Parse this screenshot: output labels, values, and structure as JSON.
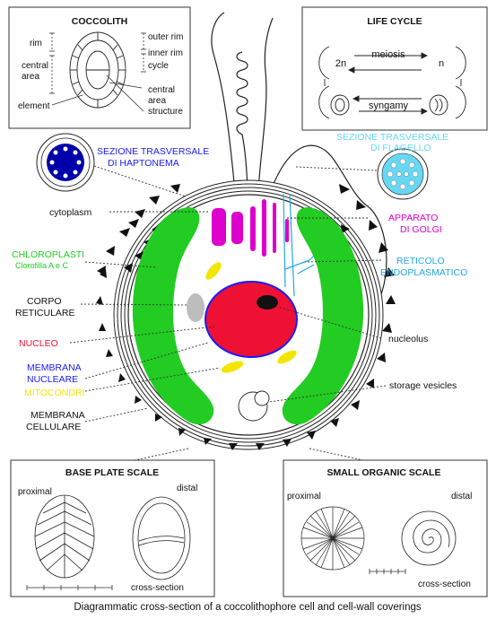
{
  "colors": {
    "green": "#22cc22",
    "magenta": "#dd00cc",
    "red": "#ee1133",
    "yellow": "#f2e600",
    "blue_text": "#1a1aff",
    "cyan": "#22a8e0",
    "light_cyan": "#66d8f4",
    "navy": "#0000aa",
    "gray": "#bdbdbd",
    "outline": "#111111"
  },
  "coccolith": {
    "title": "COCCOLITH",
    "rim": "rim",
    "central_area_1": "central",
    "central_area_2": "area",
    "element": "element",
    "outer_rim": "outer rim",
    "inner_rim": "inner rim",
    "cycle": "cycle",
    "cas_1": "central",
    "cas_2": "area",
    "cas_3": "structure"
  },
  "life_cycle": {
    "title": "LIFE CYCLE",
    "diploid": "2n",
    "haploid": "n",
    "meiosis": "meiosis",
    "syngamy": "syngamy"
  },
  "labels": {
    "haptonema_1": "SEZIONE TRASVERSALE",
    "haptonema_2": "DI HAPTONEMA",
    "flagello_1": "SEZIONE TRASVERSALE",
    "flagello_2": "DI FLAGELLO",
    "cytoplasm": "cytoplasm",
    "golgi_1": "APPARATO",
    "golgi_2": "DI GOLGI",
    "chloroplasti": "CHLOROPLASTI",
    "clorofilla": "Clorofilla A e C",
    "reticolo_1": "RETICOLO",
    "reticolo_2": "ENDOPLASMATICO",
    "corpo_1": "CORPO",
    "corpo_2": "RETICULARE",
    "nucleo": "NUCLEO",
    "nucleolus": "nucleolus",
    "membrana_nucleare_1": "MEMBRANA",
    "membrana_nucleare_2": "NUCLEARE",
    "mitocondri": "MITOCONDRI",
    "storage": "storage vesicles",
    "membrana_cellulare_1": "MEMBRANA",
    "membrana_cellulare_2": "CELLULARE"
  },
  "base_plate": {
    "title": "BASE PLATE SCALE",
    "proximal": "proximal",
    "distal": "distal",
    "cross_section": "cross-section"
  },
  "small_organic": {
    "title": "SMALL ORGANIC SCALE",
    "proximal": "proximal",
    "distal": "distal",
    "cross_section": "cross-section"
  },
  "caption": "Diagrammatic cross-section of a coccolithophore cell and cell-wall coverings",
  "icons": [
    "coccolith-plate-icon",
    "haptonema-section-icon",
    "flagellum-section-icon",
    "scale-icon"
  ]
}
